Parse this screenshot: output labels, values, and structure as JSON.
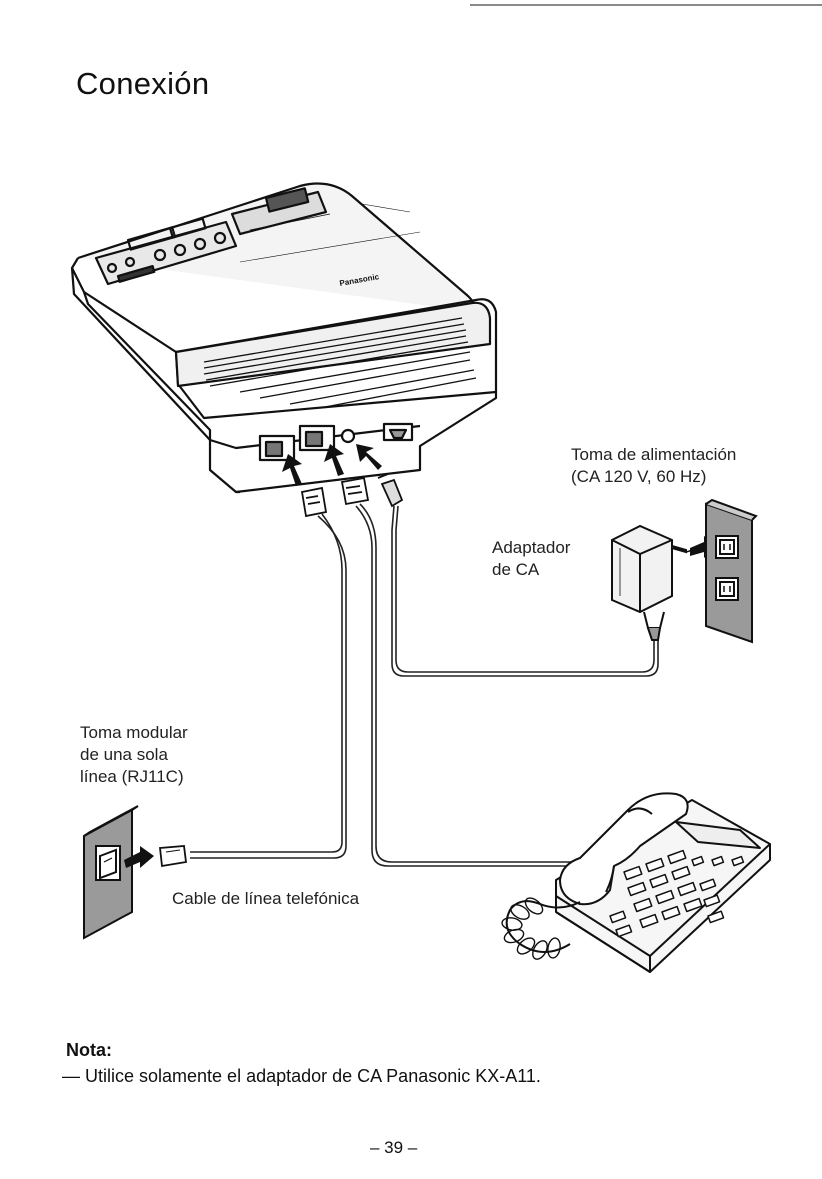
{
  "page": {
    "title": "Conexión",
    "page_number": "– 39 –"
  },
  "labels": {
    "power_outlet": [
      "Toma de alimentación",
      "(CA 120 V, 60 Hz)"
    ],
    "ac_adaptor": [
      "Adaptador",
      "de CA"
    ],
    "modular_jack": [
      "Toma modular",
      "de una sola",
      "línea (RJ11C)"
    ],
    "phone_cable": "Cable de línea telefónica"
  },
  "note": {
    "heading": "Nota:",
    "text": "— Utilice solamente el adaptador de CA Panasonic KX-A11."
  },
  "device": {
    "brand": "Panasonic"
  },
  "colors": {
    "ink": "#111111",
    "wall_plate": "#9a9a9a",
    "cord": "#222222"
  }
}
